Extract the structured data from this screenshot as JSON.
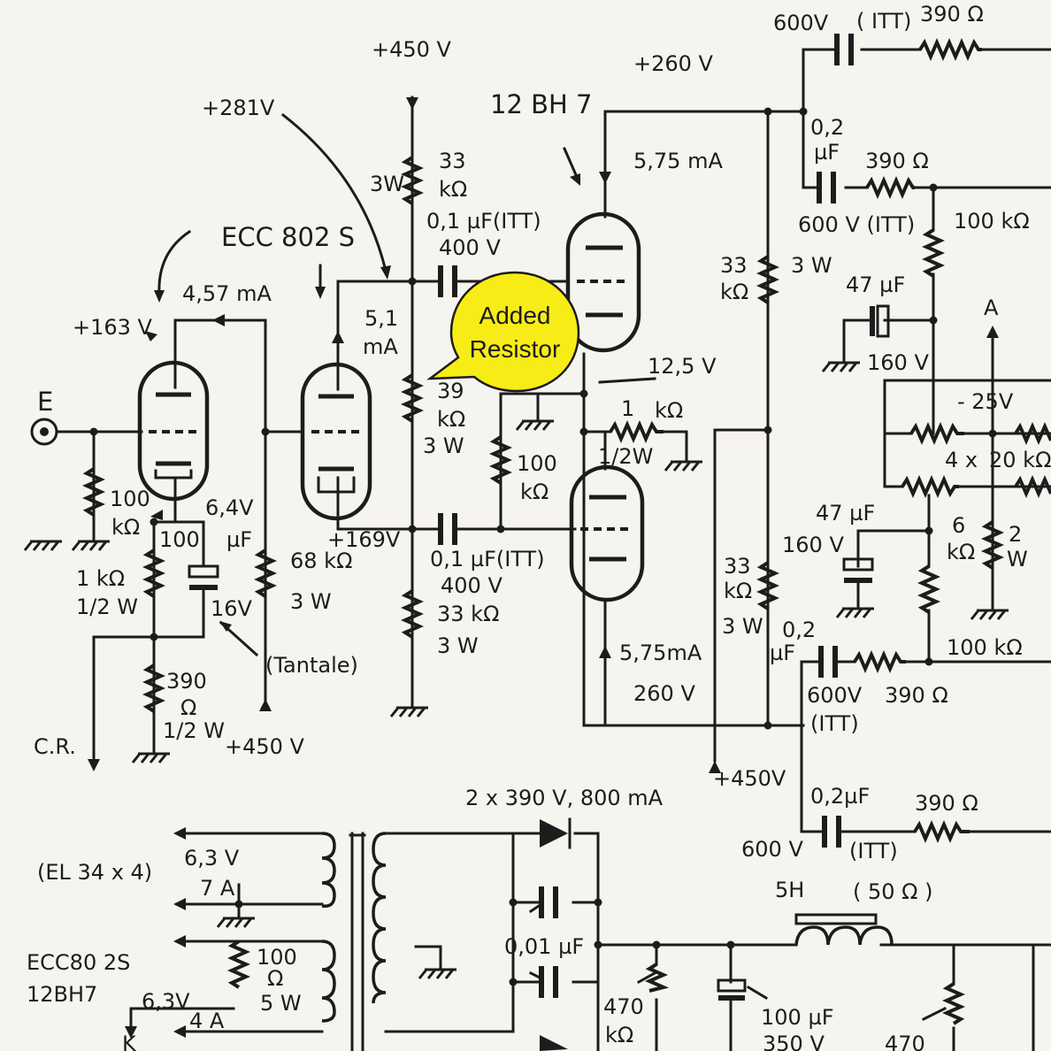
{
  "labels": {
    "b450_top": "+450 V",
    "b260_top": "+260 V",
    "v281": "+281V",
    "tube_12bh7": "12 BH 7",
    "tube_ecc802s": "ECC 802 S",
    "i_457": "4,57 mA",
    "v163": "+163 V",
    "i_51a": "5,1",
    "i_51b": "mA",
    "i_575_top": "5,75 mA",
    "i_575_bot": "5,75mA",
    "v260_bot": "260 V",
    "input_e": "E",
    "r_3w_top": "3W",
    "r_33k_a": "33",
    "r_33k_b": "kΩ",
    "c01_top_a": "0,1 µF(ITT)",
    "c01_top_b": "400 V",
    "r39_a": "39",
    "r39_b": "kΩ",
    "r39_c": "3 W",
    "v125": "12,5 V",
    "r1k_a": "1",
    "r1k_b": "kΩ",
    "r1k_c": "1/2W",
    "r100k_mid_a": "100",
    "r100k_mid_b": "kΩ",
    "v169": "+169V",
    "c01_bot_a": "0,1 µF(ITT)",
    "c01_bot_b": "400 V",
    "r33k3w_bot_a": "33 kΩ",
    "r33k3w_bot_b": "3 W",
    "r100k_in_a": "100",
    "r100k_in_b": "kΩ",
    "v64": "6,4V",
    "c100uf_a": "100",
    "c100uf_b": "µF",
    "c100uf_c": "16V",
    "tantale": "(Tantale)",
    "r1k_cath_a": "1 kΩ",
    "r1k_cath_b": "1/2 W",
    "r68k_a": "68 kΩ",
    "r68k_b": "3 W",
    "r390_cath_a": "390",
    "r390_cath_b": "Ω",
    "r390_cath_c": "1/2 W",
    "b450_bot": "+450 V",
    "cr": "C.R.",
    "r33k_r1_a": "33",
    "r33k_r1_b": "kΩ",
    "r33k_r1_c": "3 W",
    "r33k_r2_a": "33",
    "r33k_r2_b": "kΩ",
    "r33k_r2_c": "3 W",
    "b450_right": "+450V",
    "c_600v_top": "600V",
    "itt_top": "( ITT)",
    "r390_top": "390 Ω",
    "c02_a": "0,2",
    "c02_b": "µF",
    "r390_2": "390 Ω",
    "c600_itt": "600 V (ITT)",
    "r100k_pot": "100 kΩ",
    "c47_a": "47 µF",
    "c47_b": "160 V",
    "a_label": "A",
    "v_neg25": "- 25V",
    "pots_4x": "4 x",
    "pots_20k": "20 kΩ",
    "c47_2a": "47 µF",
    "c47_2b": "160 V",
    "r6k_a": "6",
    "r6k_b": "kΩ",
    "r6k_c": "2",
    "r6k_d": "W",
    "r100k_low": "100 kΩ",
    "c02_low_a": "0,2",
    "c02_low_b": "µF",
    "c600_low_a": "600V",
    "c600_low_b": "(ITT)",
    "r390_low": "390 Ω",
    "c02_bot_a": "0,2µF",
    "c02_bot_b": "600 V",
    "c02_bot_c": "(ITT)",
    "r390_bot": "390 Ω",
    "rect": "2 x 390 V,  800 mA",
    "el34": "(EL 34 x 4)",
    "v63_a": "6,3 V",
    "a7": "7 A",
    "ecc_small_a": "ECC80 2S",
    "ecc_small_b": "12BH7",
    "r100_pot_a": "100",
    "r100_pot_b": "Ω",
    "r100_pot_c": "5 W",
    "v63_b": "6,3V",
    "a4": "4 A",
    "k_label": "K",
    "c001": "0,01 µF",
    "r470_a": "470",
    "r470_b": "kΩ",
    "choke_5h": "5H",
    "choke_50": "( 50 Ω )",
    "c100_350_a": "100 µF",
    "c100_350_b": "350 V",
    "r470_2": "470"
  },
  "callout": {
    "line1": "Added",
    "line2": "Resistor",
    "fill": "#f8ec16"
  },
  "colors": {
    "paper": "#f6f4ef",
    "ink": "#1c1c1c"
  }
}
